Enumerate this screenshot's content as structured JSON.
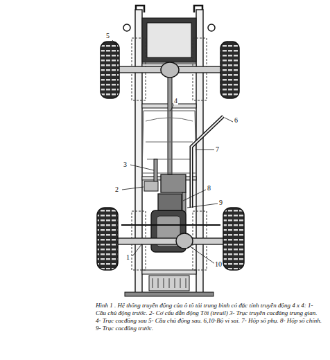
{
  "diagram": {
    "caption": "Hình 1 . Hệ thống truyền động của ô tô tải trung bình có đặc tính truyền động 4 x 4: 1- Cầu chủ động trước. 2- Cơ cấu dẫn động Tời (treuil) 3- Trục truyền cacđăng trung gian. 4- Trục cacđăng sau 5- Cầu chủ động sau. 6,10-Bộ vi sai. 7- Hộp số phụ. 8- Hộp số chính. 9- Trục cacđăng trước.",
    "labels": [
      "5",
      "4",
      "6",
      "7",
      "3",
      "2",
      "8",
      "9",
      "1",
      "10"
    ]
  }
}
